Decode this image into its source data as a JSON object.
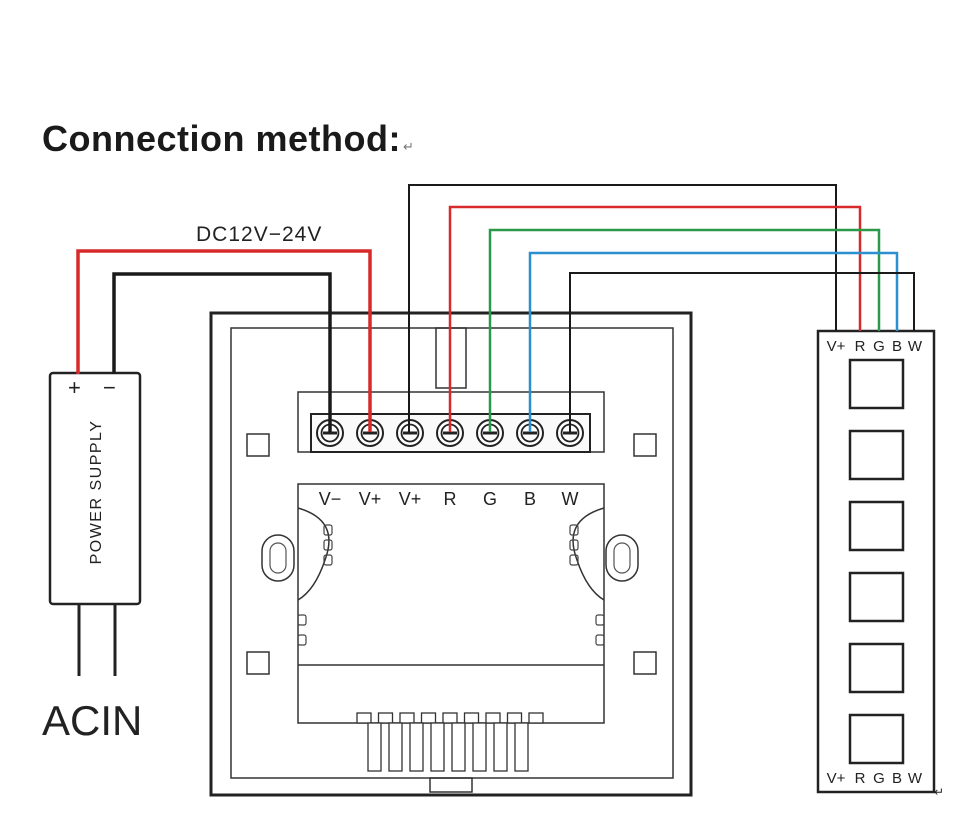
{
  "title": "Connection method:",
  "return_mark": "↵",
  "supply_voltage": "DC12V−24V",
  "power_supply": {
    "label": "POWER SUPPLY",
    "plus": "+",
    "minus": "−",
    "input_label": "ACIN"
  },
  "controller": {
    "terminals": [
      "V−",
      "V+",
      "V+",
      "R",
      "G",
      "B",
      "W"
    ]
  },
  "led_strip": {
    "pins": [
      "V+",
      "R",
      "G",
      "B",
      "W"
    ],
    "return_mark": "↵"
  },
  "colors": {
    "wire_black": "#1a1a1a",
    "wire_red": "#d82a2a",
    "wire_green": "#2a9a4a",
    "wire_blue": "#2b8fd0",
    "outline": "#222222"
  }
}
